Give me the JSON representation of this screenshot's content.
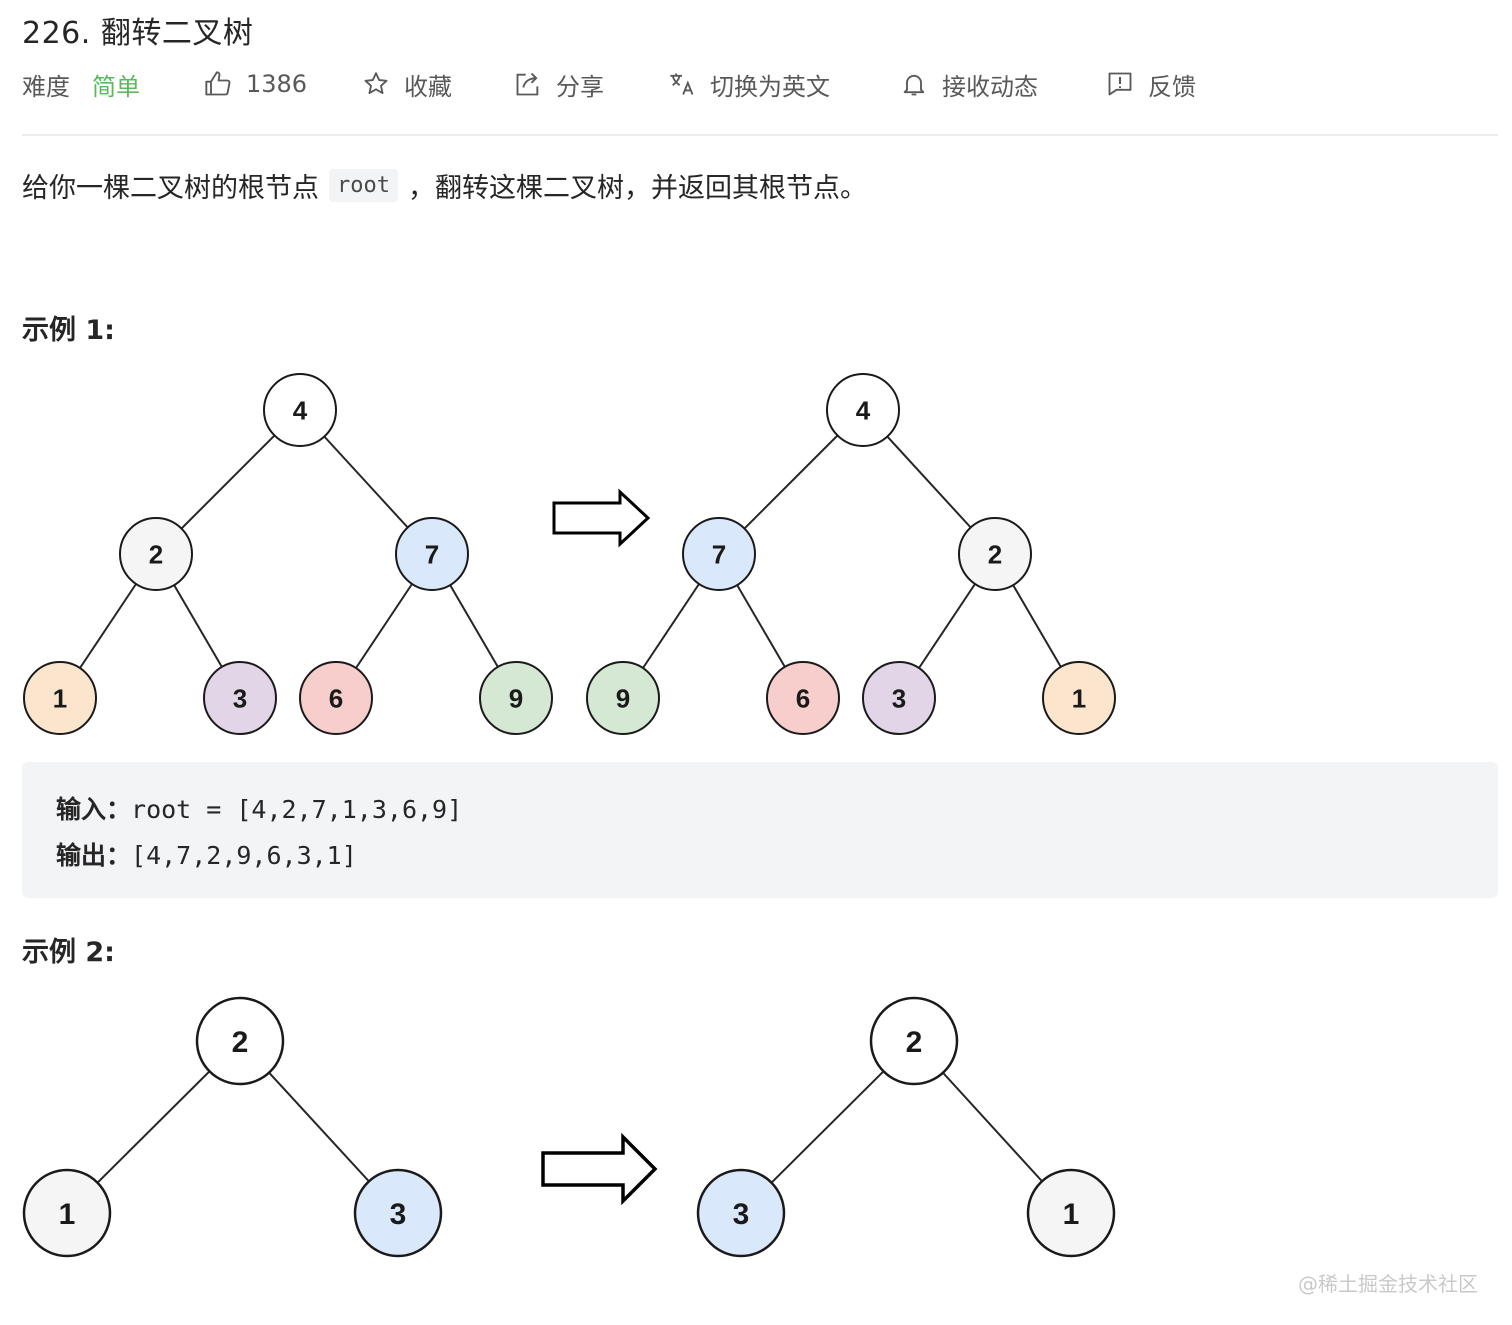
{
  "problem": {
    "title": "226. 翻转二叉树"
  },
  "toolbar": {
    "difficulty_label": "难度",
    "difficulty_value": "简单",
    "likes": "1386",
    "favorite": "收藏",
    "share": "分享",
    "translate": "切换为英文",
    "subscribe": "接收动态",
    "feedback": "反馈"
  },
  "description": {
    "before": "给你一棵二叉树的根节点",
    "code": "root",
    "after": "，翻转这棵二叉树，并返回其根节点。"
  },
  "example1": {
    "title": "示例 1:",
    "input_label": "输入：",
    "input_value": "root = [4,2,7,1,3,6,9]",
    "output_label": "输出：",
    "output_value": "[4,7,2,9,6,3,1]",
    "tree_before": [
      "4",
      "2",
      "7",
      "1",
      "3",
      "6",
      "9"
    ],
    "tree_after": [
      "4",
      "7",
      "2",
      "9",
      "6",
      "3",
      "1"
    ]
  },
  "example2": {
    "title": "示例 2:",
    "tree_before": [
      "2",
      "1",
      "3"
    ],
    "tree_after": [
      "2",
      "3",
      "1"
    ]
  },
  "colors": {
    "white": "#ffffff",
    "grey": "#f5f5f5",
    "blue": "#dae8fc",
    "orange": "#fce5cd",
    "purple": "#e1d5e7",
    "red": "#f8cecc",
    "green": "#d5e8d4",
    "difficulty_easy": "#5cb85c"
  },
  "watermark": "@稀土掘金技术社区"
}
